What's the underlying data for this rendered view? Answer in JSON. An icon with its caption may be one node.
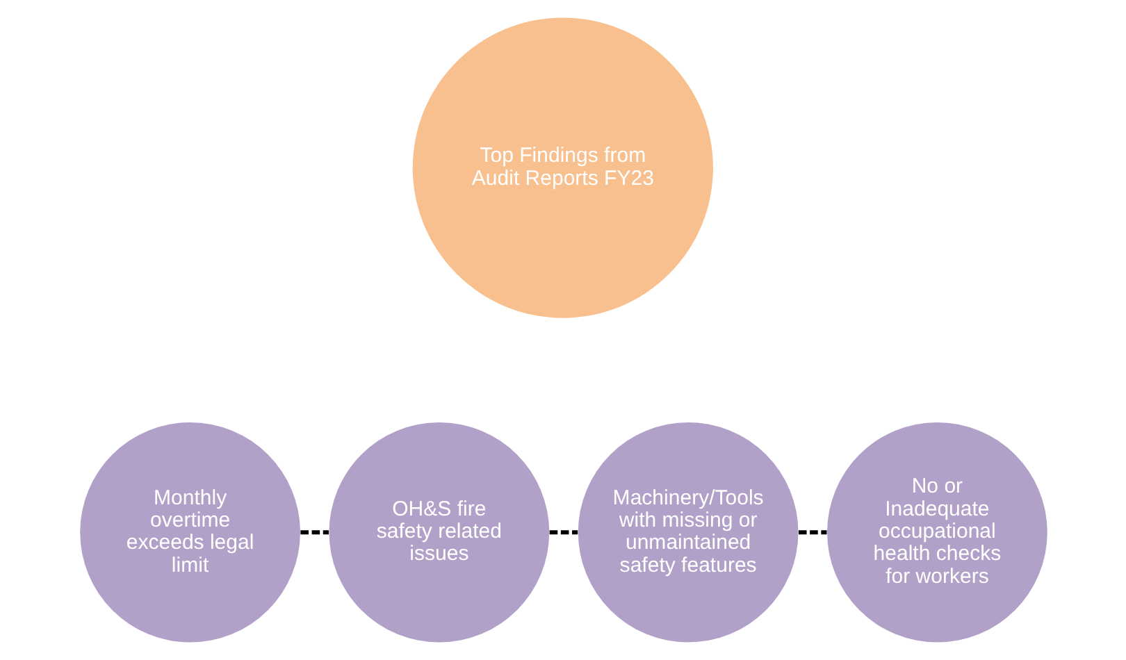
{
  "diagram": {
    "nodes": [
      {
        "text": [
          "Top Findings from Audit Reports FY23"
        ]
      },
      {
        "text": [
          "Monthly overtime exceeds legal limit"
        ]
      },
      {
        "text": [
          "OH&S fire safety related issues"
        ]
      },
      {
        "text": [
          "Machinery/Tools with missing or unmaintained safety features"
        ]
      },
      {
        "text": [
          "No or Inadequate occupational health checks for workers"
        ]
      }
    ],
    "edges": [
      {
        "from": 1,
        "to": 2,
        "arrow": "none",
        "style": "dashed"
      },
      {
        "from": 2,
        "to": 3,
        "arrow": "none",
        "style": "dashed"
      },
      {
        "from": 3,
        "to": 4,
        "arrow": "none",
        "style": "dashed"
      }
    ]
  }
}
